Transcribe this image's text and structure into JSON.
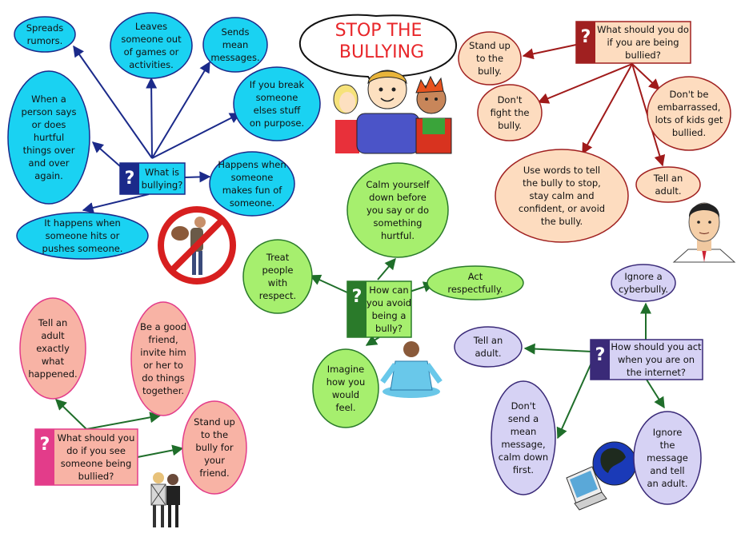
{
  "title": {
    "line1": "STOP THE",
    "line2": "BULLYING"
  },
  "colors": {
    "blue_fill": "#1ad2f2",
    "blue_stroke": "#1b2a8a",
    "blue_arrow": "#1b2a8a",
    "red_fill": "#fddcbf",
    "red_stroke": "#a02020",
    "red_arrow": "#a01a1a",
    "green_fill": "#a6ef6e",
    "green_stroke": "#2a7a2a",
    "green_arrow": "#1f6e2a",
    "purple_fill": "#d6d2f4",
    "purple_stroke": "#3a2a78",
    "purple_arrow": "#1f6e2a",
    "pink_fill": "#f8b3a5",
    "pink_stroke": "#e33c8a",
    "pink_arrow": "#1f6e2a"
  },
  "groups": [
    {
      "id": "what-is-bullying",
      "theme": "blue",
      "question": [
        "What is",
        "bullying?"
      ],
      "answers": [
        {
          "id": "spreads-rumors",
          "lines": [
            "Spreads",
            "rumors."
          ]
        },
        {
          "id": "leaves-out",
          "lines": [
            "Leaves",
            "someone out",
            "of games or",
            "activities."
          ]
        },
        {
          "id": "mean-messages",
          "lines": [
            "Sends",
            "mean",
            "messages."
          ]
        },
        {
          "id": "break-stuff",
          "lines": [
            "If you break",
            "someone",
            "elses stuff",
            "on purpose."
          ]
        },
        {
          "id": "makes-fun",
          "lines": [
            "Happens when",
            "someone",
            "makes fun of",
            "someone."
          ]
        },
        {
          "id": "hurtful-things",
          "lines": [
            "When a",
            "person says",
            "or does",
            "hurtful",
            "things over",
            "and over",
            "again."
          ]
        },
        {
          "id": "hits-pushes",
          "lines": [
            "It happens when",
            "someone hits or",
            "pushes someone."
          ]
        }
      ]
    },
    {
      "id": "if-bullied",
      "theme": "red",
      "question": [
        "What should you do",
        "if you are being",
        "bullied?"
      ],
      "answers": [
        {
          "id": "stand-up",
          "lines": [
            "Stand up",
            "to the",
            "bully."
          ]
        },
        {
          "id": "dont-fight",
          "lines": [
            "Don't",
            "fight the",
            "bully."
          ]
        },
        {
          "id": "dont-be-embarrassed",
          "lines": [
            "Don't be",
            "embarrassed,",
            "lots of kids get",
            "bullied."
          ]
        },
        {
          "id": "use-words",
          "lines": [
            "Use words to tell",
            "the bully to stop,",
            "stay calm and",
            "confident, or avoid",
            "the bully."
          ]
        },
        {
          "id": "tell-adult-red",
          "lines": [
            "Tell an",
            "adult."
          ]
        }
      ]
    },
    {
      "id": "avoid-being-bully",
      "theme": "green",
      "question": [
        "How can",
        "you avoid",
        "being a",
        "bully?"
      ],
      "answers": [
        {
          "id": "calm-yourself",
          "lines": [
            "Calm yourself",
            "down before",
            "you say or do",
            "something",
            "hurtful."
          ]
        },
        {
          "id": "treat-respect",
          "lines": [
            "Treat",
            "people",
            "with",
            "respect."
          ]
        },
        {
          "id": "act-respectfully",
          "lines": [
            "Act",
            "respectfully."
          ]
        },
        {
          "id": "imagine-feel",
          "lines": [
            "Imagine",
            "how you",
            "would",
            "feel."
          ]
        }
      ]
    },
    {
      "id": "see-someone-bullied",
      "theme": "pink",
      "question": [
        "What should you",
        "do if you see",
        "someone being",
        "bullied?"
      ],
      "answers": [
        {
          "id": "tell-adult-exactly",
          "lines": [
            "Tell an",
            "adult",
            "exactly",
            "what",
            "happened."
          ]
        },
        {
          "id": "be-good-friend",
          "lines": [
            "Be a good",
            "friend,",
            "invite him",
            "or her to",
            "do things",
            "together."
          ]
        },
        {
          "id": "stand-up-friend",
          "lines": [
            "Stand up",
            "to the",
            "bully for",
            "your",
            "friend."
          ]
        }
      ]
    },
    {
      "id": "on-internet",
      "theme": "purple",
      "question": [
        "How should you act",
        "when you are on",
        "the internet?"
      ],
      "answers": [
        {
          "id": "ignore-cyberbully",
          "lines": [
            "Ignore a",
            "cyberbully."
          ]
        },
        {
          "id": "tell-adult-purple",
          "lines": [
            "Tell an",
            "adult."
          ]
        },
        {
          "id": "dont-send-mean",
          "lines": [
            "Don't",
            "send a",
            "mean",
            "message,",
            "calm down",
            "first."
          ]
        },
        {
          "id": "ignore-message",
          "lines": [
            "Ignore",
            "the",
            "message",
            "and tell",
            "an adult."
          ]
        }
      ]
    }
  ]
}
